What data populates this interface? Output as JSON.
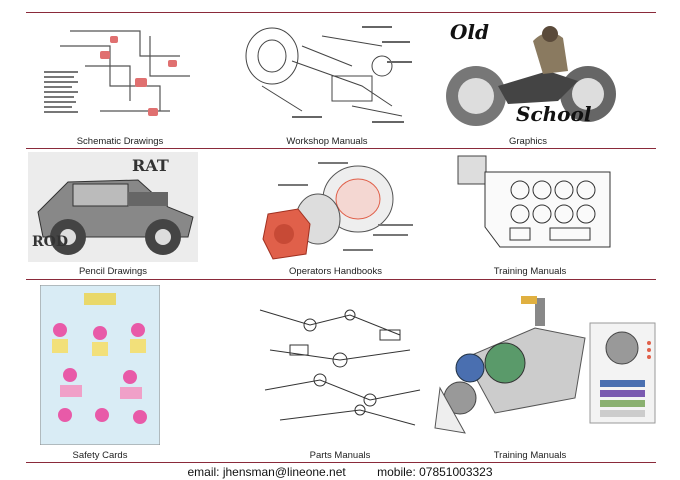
{
  "tiles": [
    {
      "caption": "Schematic Drawings"
    },
    {
      "caption": "Workshop Manuals"
    },
    {
      "caption": "Graphics",
      "art_text": [
        "Old",
        "School"
      ]
    },
    {
      "caption": "Pencil Drawings",
      "art_text": [
        "RAT",
        "ROD"
      ]
    },
    {
      "caption": "Operators Handbooks"
    },
    {
      "caption": "Training Manuals"
    },
    {
      "caption": "Safety Cards"
    },
    {
      "caption": "Parts Manuals"
    },
    {
      "caption": "Training Manuals"
    }
  ],
  "footer": {
    "email": "email: jhensman@lineone.net",
    "mobile": "mobile: 07851003323"
  },
  "colors": {
    "rule": "#8a2a3a",
    "accent_red": "#e0604a",
    "ink": "#222222"
  }
}
